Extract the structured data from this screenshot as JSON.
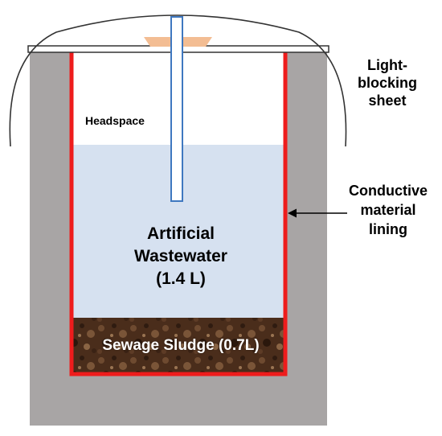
{
  "labels": {
    "headspace": "Headspace",
    "light_line1": "Light-",
    "light_line2": "blocking",
    "light_line3": "sheet",
    "conductive_line1": "Conductive",
    "conductive_line2": "material",
    "conductive_line3": "lining",
    "water_line1": "Artificial",
    "water_line2": "Wastewater",
    "water_line3": "(1.4 L)",
    "sludge": "Sewage Sludge (0.7L)"
  },
  "colors": {
    "outer_wall": "#a8a5a5",
    "lining": "#ee1c1c",
    "water": "#d6e1f0",
    "sludge": "#4a2d1b",
    "stopper": "#f3bd93",
    "tube": "#3f78c0",
    "sheet": "#333333"
  }
}
